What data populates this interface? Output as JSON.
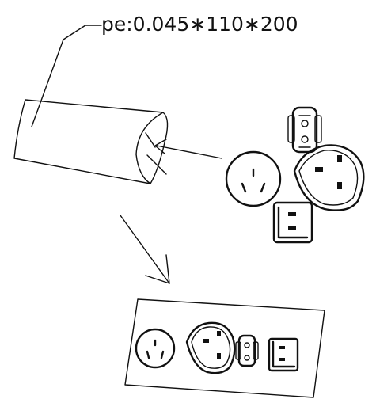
{
  "diagram": {
    "spec_label": "pe:0.045∗110∗200",
    "ink_color": "#111111",
    "background_color": "#ffffff",
    "components": [
      {
        "name": "pe-bag-tube",
        "icon": "tube-icon"
      },
      {
        "name": "plug-group",
        "items": [
          "au-plug-icon",
          "uk-plug-icon",
          "iec-c8-plug-icon",
          "square-plug-icon"
        ]
      },
      {
        "name": "packed-tray",
        "items": [
          "au-plug-icon",
          "uk-plug-icon",
          "iec-c8-plug-icon",
          "square-plug-icon"
        ]
      }
    ]
  }
}
